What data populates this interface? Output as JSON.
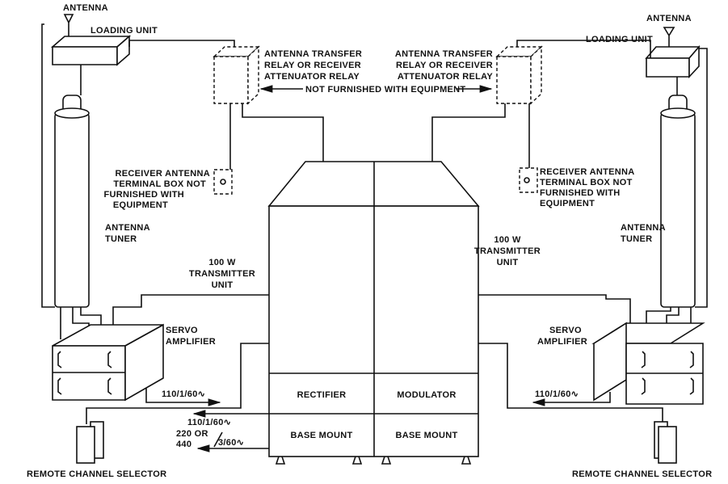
{
  "labels": {
    "antenna_left": "ANTENNA",
    "antenna_right": "ANTENNA",
    "loading_unit_left": "LOADING UNIT",
    "loading_unit_right": "LOADING UNIT",
    "relay_left": [
      "ANTENNA TRANSFER",
      "RELAY OR RECEIVER",
      "ATTENUATOR RELAY"
    ],
    "relay_right": [
      "ANTENNA TRANSFER",
      "RELAY OR RECEIVER",
      "ATTENUATOR RELAY"
    ],
    "not_furnished": "NOT FURNISHED WITH EQUIPMENT",
    "terminal_left": [
      "RECEIVER ANTENNA",
      "TERMINAL BOX NOT",
      "FURNISHED WITH",
      "EQUIPMENT"
    ],
    "terminal_right": [
      "RECEIVER ANTENNA",
      "TERMINAL BOX NOT",
      "FURNISHED WITH",
      "EQUIPMENT"
    ],
    "tuner_left": [
      "ANTENNA",
      "TUNER"
    ],
    "tuner_right": [
      "ANTENNA",
      "TUNER"
    ],
    "transmitter_left": [
      "100 W",
      "TRANSMITTER",
      "UNIT"
    ],
    "transmitter_right": [
      "100 W",
      "TRANSMITTER",
      "UNIT"
    ],
    "servo_left": [
      "SERVO",
      "AMPLIFIER"
    ],
    "servo_right": [
      "SERVO",
      "AMPLIFIER"
    ],
    "rectifier": "RECTIFIER",
    "modulator": "MODULATOR",
    "base_mount_left": "BASE MOUNT",
    "base_mount_right": "BASE MOUNT",
    "power_servo_left": "110/1/60∿",
    "power_selector_left": "110/1/60∿",
    "power_main_a": "220 OR",
    "power_main_b": "440",
    "power_main_c": "3/60∿",
    "power_servo_right": "110/1/60∿",
    "remote_left": "REMOTE CHANNEL SELECTOR",
    "remote_right": "REMOTE CHANNEL SELECTOR"
  }
}
